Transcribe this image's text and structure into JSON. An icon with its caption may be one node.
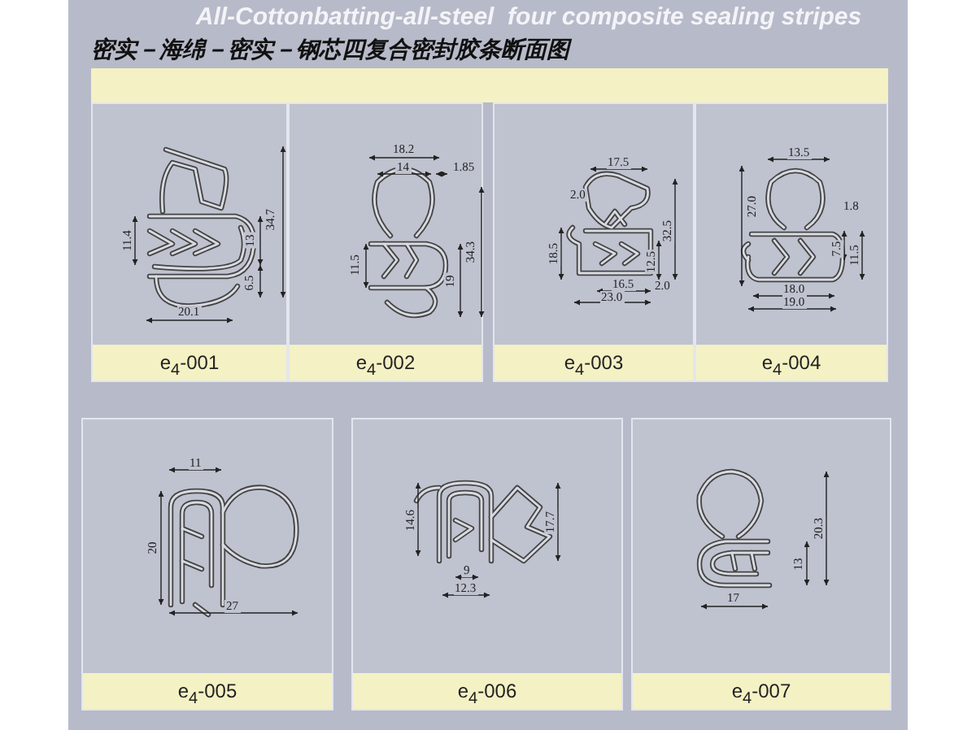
{
  "diagram": {
    "title": "All-Cottonbatting-all-steel  four composite sealing stripes",
    "nodes": [
      {
        "text": [
          "e$_{4}$-001"
        ]
      },
      {
        "text": [
          "e$_{4}$-002"
        ]
      },
      {
        "text": [
          "e$_{4}$-003"
        ]
      },
      {
        "text": [
          "e$_{4}$-004"
        ]
      },
      {
        "text": [
          "e$_{4}$-005"
        ]
      },
      {
        "text": [
          "e$_{4}$-006"
        ]
      },
      {
        "text": [
          "e$_{4}$-007"
        ]
      }
    ],
    "labels": [
      "密实－海绵－密实－钢芯四复合密封胶条断面图",
      "11.4",
      "34.7",
      "13",
      "6.5",
      "20.1",
      "18.2",
      "14",
      "1.85",
      "11.5",
      "34.3",
      "19",
      "17.5",
      "2.0",
      "32.5",
      "18.5",
      "12.5",
      "16.5",
      "2.0",
      "23.0",
      "13.5",
      "27.0",
      "1.8",
      "7.5",
      "11.5",
      "18.0",
      "19.0",
      "11",
      "20",
      "27",
      "14.6",
      "17.7",
      "9",
      "12.3",
      "20.3",
      "13",
      "17"
    ]
  }
}
